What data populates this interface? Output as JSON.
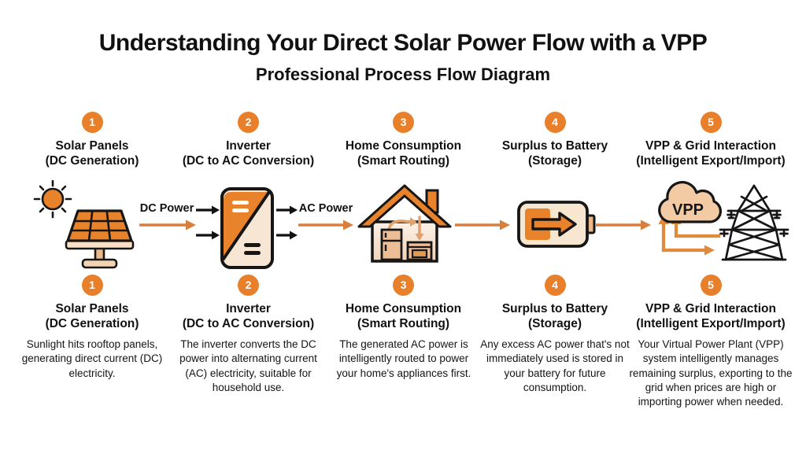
{
  "title": "Understanding Your Direct Solar Power Flow with a VPP",
  "subtitle": "Professional Process Flow Diagram",
  "colors": {
    "accent_orange": "#E8802B",
    "arrow_orange": "#D97F3E",
    "light_tan": "#F2CBA4",
    "outline_black": "#161616"
  },
  "flow": {
    "dc_label": "DC Power",
    "ac_label": "AC Power"
  },
  "vpp_cloud_label": "VPP",
  "steps": [
    {
      "number": "1",
      "title": "Solar Panels",
      "qualifier": "(DC Generation)",
      "icon": "sun-and-solar-panel-icon",
      "description": "Sunlight hits rooftop panels, generating direct current (DC) electricity."
    },
    {
      "number": "2",
      "title": "Inverter",
      "qualifier": "(DC to AC Conversion)",
      "icon": "inverter-icon",
      "description": "The inverter converts the DC power into alternating current (AC) electricity, suitable for household use."
    },
    {
      "number": "3",
      "title": "Home Consumption",
      "qualifier": "(Smart Routing)",
      "icon": "house-appliances-icon",
      "description": "The generated AC power is intelligently routed to power your home's appliances first."
    },
    {
      "number": "4",
      "title": "Surplus to Battery",
      "qualifier": "(Storage)",
      "icon": "battery-charging-icon",
      "description": "Any excess AC power that's not immediately used is stored in your battery for future consumption."
    },
    {
      "number": "5",
      "title": "VPP & Grid Interaction",
      "qualifier": "(Intelligent Export/Import)",
      "icon": "vpp-cloud-and-grid-tower-icon",
      "description": "Your Virtual Power Plant (VPP) system intelligently manages remaining surplus, exporting to the grid when prices are high or importing power when needed."
    }
  ]
}
